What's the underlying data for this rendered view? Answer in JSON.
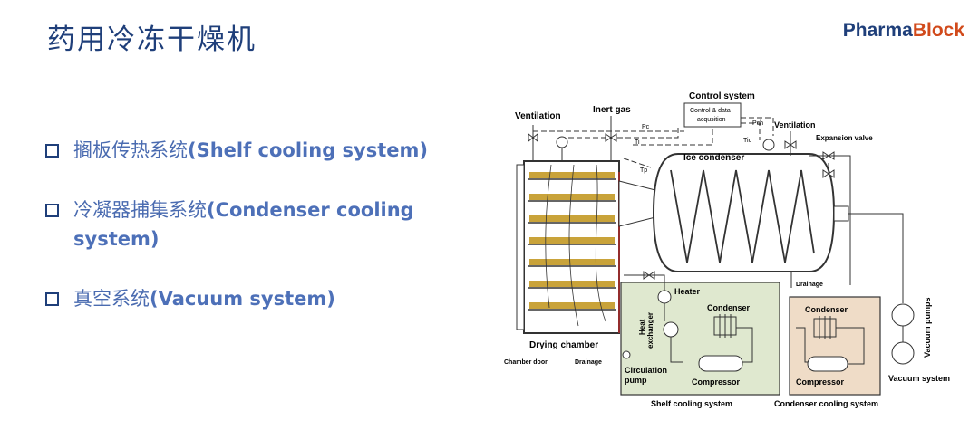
{
  "header": {
    "title": "药用冷冻干燥机",
    "brand_part1": "Pharma",
    "brand_part2": "Block"
  },
  "bullets": [
    {
      "cn": "搁板传热系统",
      "en": "(Shelf cooling system)"
    },
    {
      "cn": "冷凝器捕集系统",
      "en": "(Condenser cooling system)"
    },
    {
      "cn": "真空系统",
      "en": "(Vacuum system)"
    }
  ],
  "diagram": {
    "control_system": "Control system",
    "control_box_1": "Control & data",
    "control_box_2": "acqusition",
    "inert_gas": "Inert gas",
    "ventilation_left": "Ventilation",
    "ventilation_right": "Ventilation",
    "expansion_valve": "Expansion valve",
    "ice_condenser": "Ice condenser",
    "drainage_top": "Drainage",
    "drainage_bottom": "Drainage",
    "heater": "Heater",
    "condenser_shelf": "Condenser",
    "condenser_right": "Condenser",
    "heat_exchanger_1": "Heat",
    "heat_exchanger_2": "exchanger",
    "circulation_1": "Circulation",
    "circulation_2": "pump",
    "compressor_shelf": "Compressor",
    "compressor_right": "Compressor",
    "drying_chamber": "Drying chamber",
    "chamber_door": "Chamber door",
    "shelf_cooling_system": "Shelf cooling system",
    "condenser_cooling_system": "Condenser cooling system",
    "vacuum_pumps": "Vacuum pumps",
    "vacuum_system": "Vacuum system",
    "p_c": "Pc",
    "p_ch": "Pch",
    "t_i": "Ti",
    "t_p": "Tp",
    "t_ic": "Tic"
  }
}
